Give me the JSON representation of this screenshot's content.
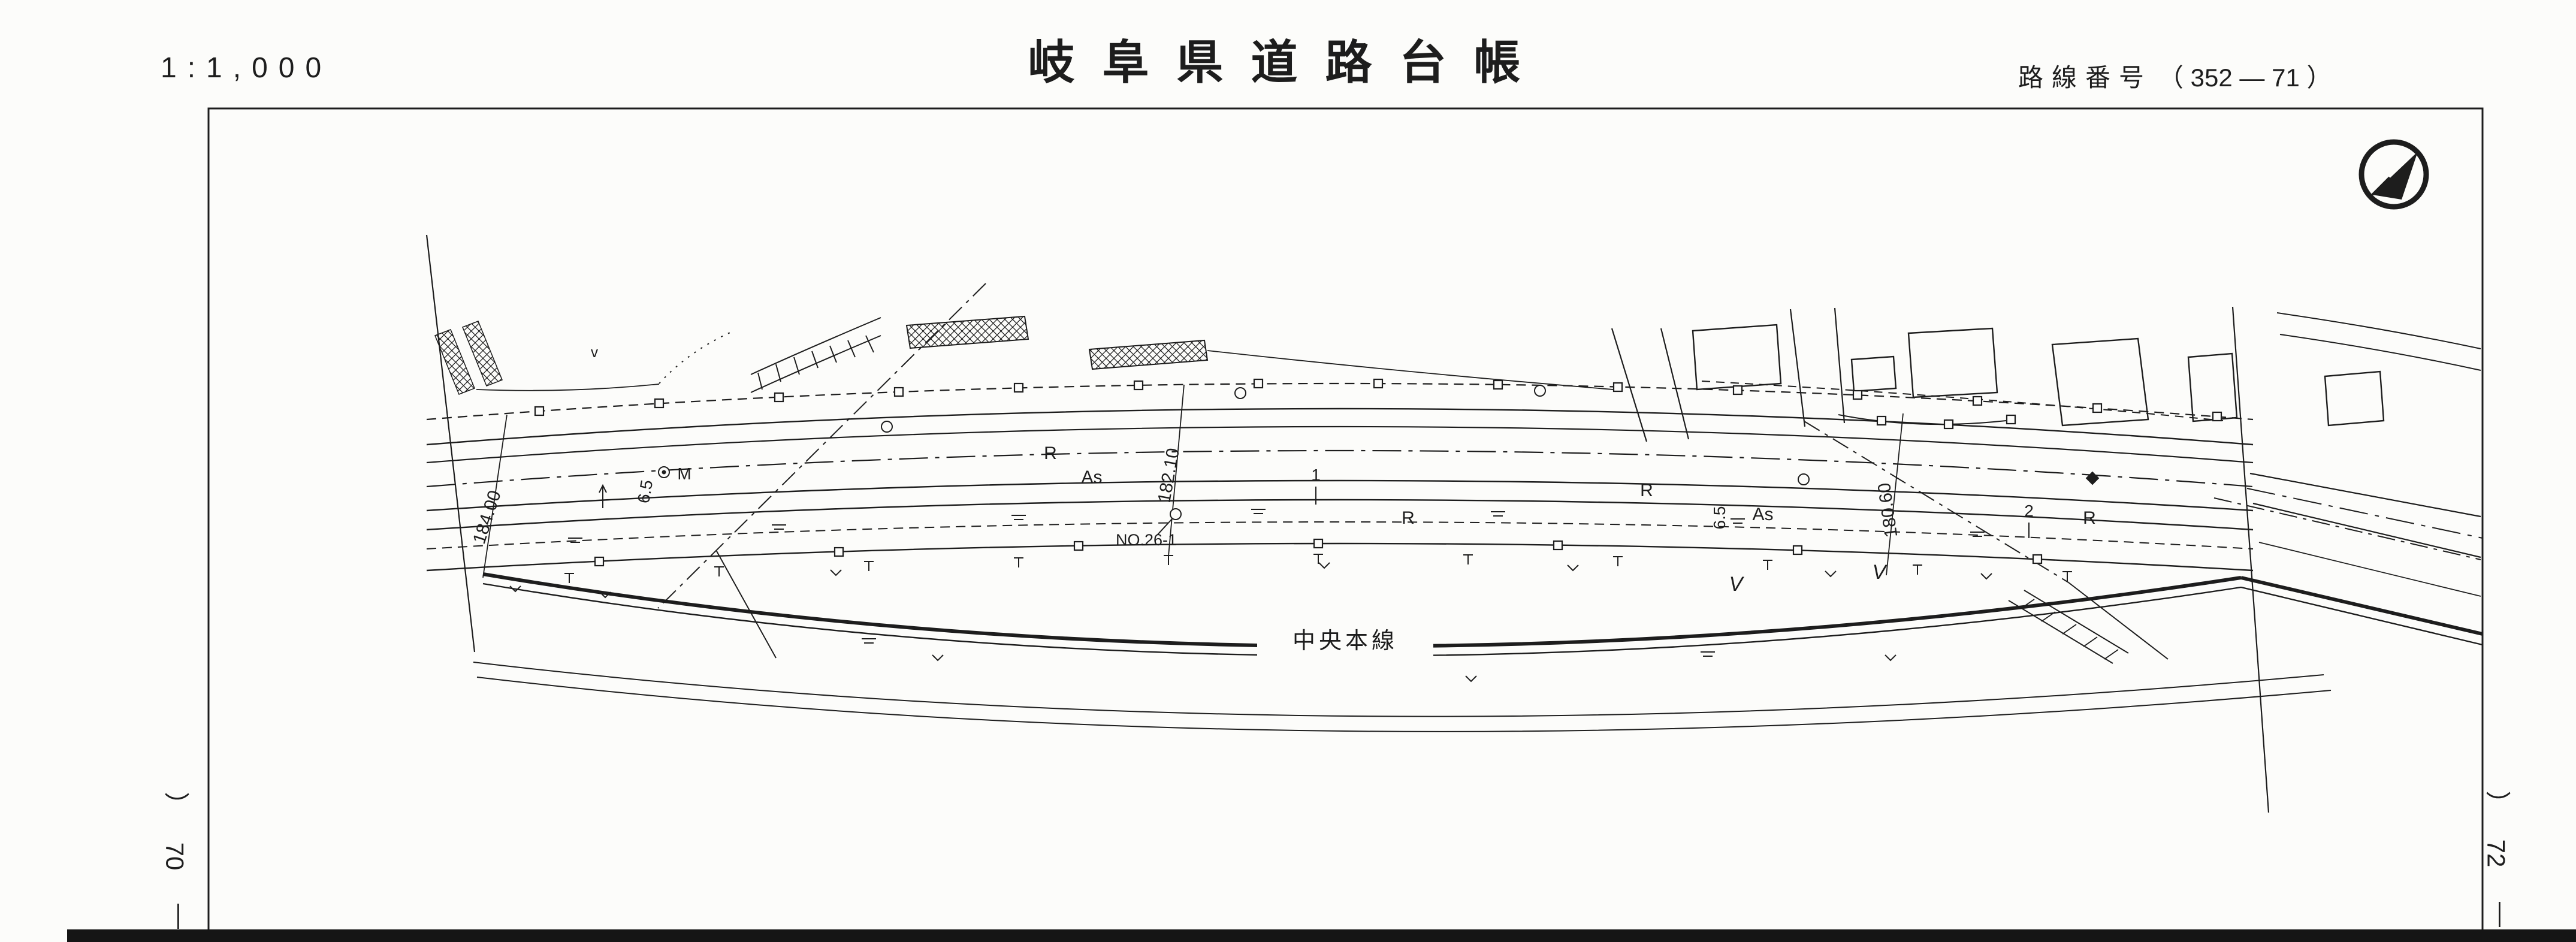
{
  "colors": {
    "ink": "#1d1d1d",
    "paper": "#fcfcfa"
  },
  "header": {
    "scale": "1:1,000",
    "title": "岐阜県道路台帳",
    "route_label": "路線番号",
    "route_value": "（  352 — 71  ）"
  },
  "margins": {
    "left": {
      "paren": "）",
      "number": "70",
      "dash": "—"
    },
    "right": {
      "paren": "）",
      "number": "72",
      "dash": "—"
    }
  },
  "map": {
    "railway_label": "中央本線",
    "labels": {
      "station_1": "184.00",
      "station_2": "182.10",
      "station_3": "180.60",
      "point_no": "NO.26-1",
      "as_left": "As",
      "as_right": "As",
      "r1": "R",
      "r2": "R",
      "r3": "R",
      "r4": "R",
      "width_left": "6.5",
      "width_right": "6.5",
      "num_1": "1",
      "num_2": "2",
      "bench_m": "M",
      "v1": "V",
      "v2": "V",
      "v_small": "v"
    }
  }
}
